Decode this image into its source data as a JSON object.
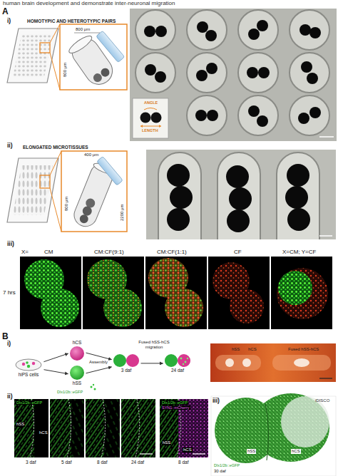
{
  "diagram": {
    "nodes": [
      {
        "text": [
          "hiPS cells"
        ]
      },
      {
        "text": [
          "hCS"
        ]
      },
      {
        "text": [
          "hSS"
        ]
      },
      {
        "text": [
          "3 daf"
        ]
      },
      {
        "text": [
          "24 daf"
        ]
      }
    ],
    "edges": [
      {
        "from": 0,
        "to": 1,
        "arrow": "to"
      },
      {
        "from": 0,
        "to": 2,
        "arrow": "to"
      },
      {
        "from": 1,
        "to": 3,
        "arrow": "to"
      },
      {
        "from": 2,
        "to": 3,
        "arrow": "to"
      },
      {
        "from": 3,
        "to": 4,
        "arrow": "to"
      }
    ],
    "labels": [
      "human brain development and demonstrate inter-neuronal migration",
      "A",
      "i)",
      "HOMOTYPIC AND HETEROTYPIC PAIRS",
      "800 μm",
      "800 μm",
      "ANGLE",
      "LENGTH",
      "ii)",
      "ELONGATED MICROTISSUES",
      "400 μm",
      "800 μm",
      "2200 μm",
      "iii)",
      "X=",
      "CM",
      "CM:CF(9:1)",
      "CM:CF(1:1)",
      "CF",
      "X=CM; Y=CF",
      "7 hrs",
      "B",
      "i)",
      "Assembly",
      "Fused hSS-hCS migration",
      "Dlx1/2b::eGFP",
      "hSS",
      "hCS",
      "Fused hSS-hCS",
      "ii)",
      "Dlx1/2b::eGFP",
      "hSS",
      "hCS",
      "3 daf",
      "5 daf",
      "8 daf",
      "24 daf",
      "Dlx1/2b::eGFP",
      "SYN1::mCherry",
      "hSS",
      "hCS",
      "8 daf",
      "iii)",
      "iDISCO",
      "hSS",
      "hCS",
      "Dlx1/2b::eGFP",
      "30 daf"
    ]
  }
}
